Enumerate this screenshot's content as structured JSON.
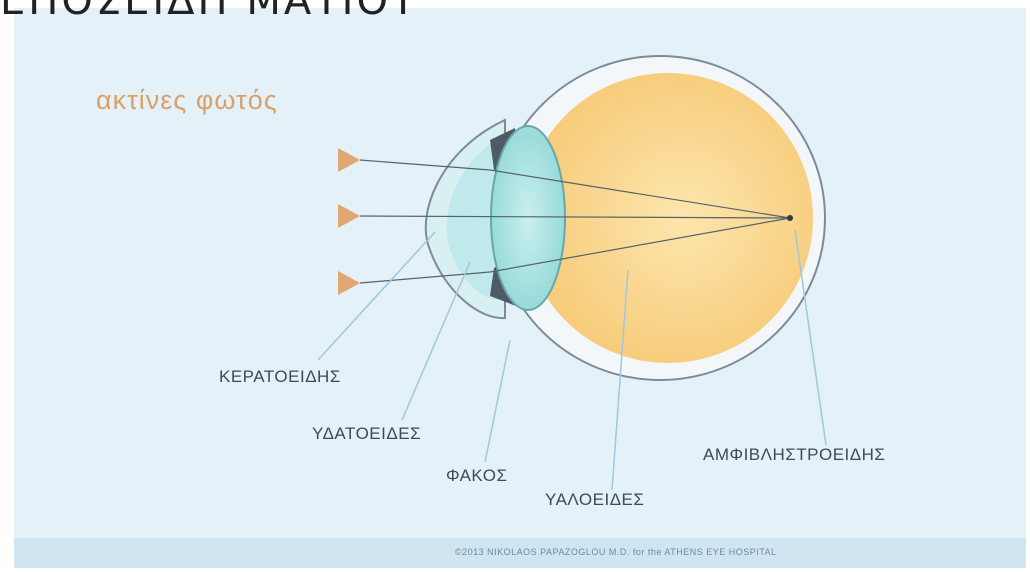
{
  "header": {
    "title_fragment": "ΕΠΟΣΕΙΔΗ ΜΑΤΙΟΥ"
  },
  "diagram": {
    "rays_label": "ακτίνες φωτός",
    "labels": {
      "cornea": "ΚΕΡΑΤΟΕΙΔΗΣ",
      "aqueous": "ΥΔΑΤΟΕΙΔΕΣ",
      "lens": "ΦΑΚΟΣ",
      "vitreous": "ΥΑΛΟΕΙΔΕΣ",
      "retina": "ΑΜΦΙΒΛΗΣΤΡΟΕΙΔΗΣ"
    },
    "credit": "©2013 NIKOLAOS PAPAZOGLOU M.D. for the ATHENS EYE HOSPITAL"
  },
  "colors": {
    "background": "#e4f1f8",
    "footer": "#cfe5f1",
    "ray": "#e0ac7a",
    "eyeball": "#fbd98f",
    "lens": "#a9e2e2",
    "label_text": "#3e4a55",
    "rays_label_text": "#d9a06a"
  }
}
